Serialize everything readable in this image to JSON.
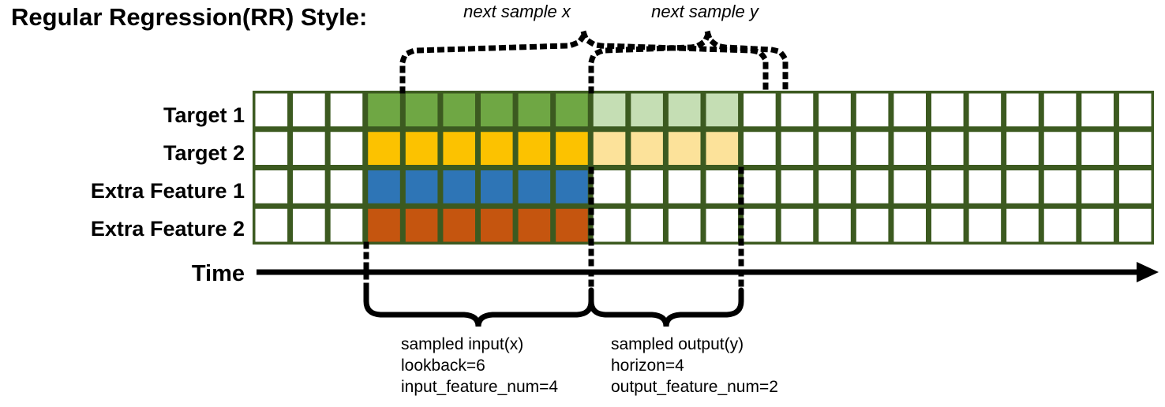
{
  "title": "Regular Regression(RR) Style:",
  "colors": {
    "grid_border": "#3C5A20",
    "target1_solid": "#6FA744",
    "target1_light": "#C5DEB4",
    "target2_solid": "#FCC200",
    "target2_light": "#FCE29A",
    "extra1_solid": "#2E75B6",
    "extra2_solid": "#C5550F",
    "empty_cell": "#FFFFFF",
    "ink": "#000000"
  },
  "grid": {
    "total_columns": 24,
    "rows": [
      {
        "label": "Target 1",
        "name": "row-target-1",
        "cells": [
          "empty",
          "empty",
          "empty",
          "target1_solid",
          "target1_solid",
          "target1_solid",
          "target1_solid",
          "target1_solid",
          "target1_solid",
          "target1_light",
          "target1_light",
          "target1_light",
          "target1_light",
          "empty",
          "empty",
          "empty",
          "empty",
          "empty",
          "empty",
          "empty",
          "empty",
          "empty",
          "empty",
          "empty"
        ]
      },
      {
        "label": "Target 2",
        "name": "row-target-2",
        "cells": [
          "empty",
          "empty",
          "empty",
          "target2_solid",
          "target2_solid",
          "target2_solid",
          "target2_solid",
          "target2_solid",
          "target2_solid",
          "target2_light",
          "target2_light",
          "target2_light",
          "target2_light",
          "empty",
          "empty",
          "empty",
          "empty",
          "empty",
          "empty",
          "empty",
          "empty",
          "empty",
          "empty",
          "empty"
        ]
      },
      {
        "label": "Extra Feature 1",
        "name": "row-extra-feature-1",
        "cells": [
          "empty",
          "empty",
          "empty",
          "extra1_solid",
          "extra1_solid",
          "extra1_solid",
          "extra1_solid",
          "extra1_solid",
          "extra1_solid",
          "empty",
          "empty",
          "empty",
          "empty",
          "empty",
          "empty",
          "empty",
          "empty",
          "empty",
          "empty",
          "empty",
          "empty",
          "empty",
          "empty",
          "empty"
        ]
      },
      {
        "label": "Extra Feature 2",
        "name": "row-extra-feature-2",
        "cells": [
          "empty",
          "empty",
          "empty",
          "extra2_solid",
          "extra2_solid",
          "extra2_solid",
          "extra2_solid",
          "extra2_solid",
          "extra2_solid",
          "empty",
          "empty",
          "empty",
          "empty",
          "empty",
          "empty",
          "empty",
          "empty",
          "empty",
          "empty",
          "empty",
          "empty",
          "empty",
          "empty",
          "empty"
        ]
      }
    ]
  },
  "axis": {
    "label": "Time",
    "arrow": "right-arrow"
  },
  "top_braces": [
    {
      "label": "next sample x",
      "name": "brace-next-sample-x"
    },
    {
      "label": "next sample y",
      "name": "brace-next-sample-y"
    }
  ],
  "bottom_braces": [
    {
      "name": "brace-sampled-input",
      "lines": [
        "sampled input(x)",
        "lookback=6",
        "input_feature_num=4"
      ]
    },
    {
      "name": "brace-sampled-output",
      "lines": [
        "sampled output(y)",
        "horizon=4",
        "output_feature_num=2"
      ]
    }
  ]
}
